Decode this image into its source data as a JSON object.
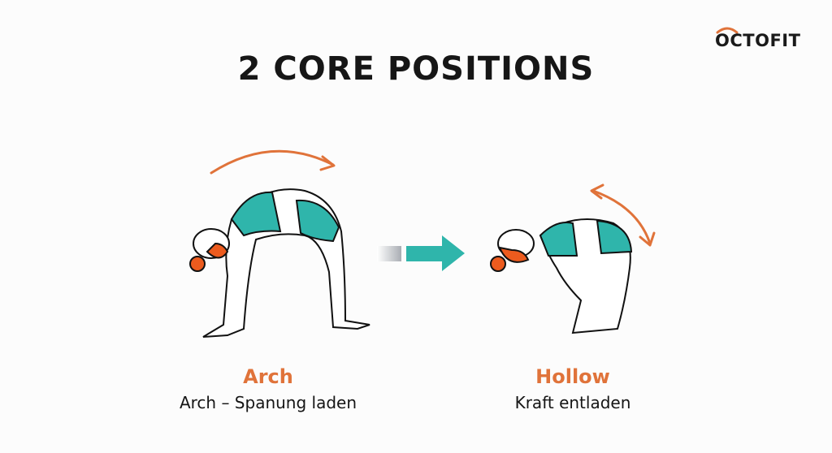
{
  "brand": {
    "name": "OCTOFIT",
    "accent": "#e0733a"
  },
  "title": "2 CORE POSITIONS",
  "colors": {
    "teal": "#2fb5ab",
    "orange": "#e0733a",
    "hair": "#ec5b1e",
    "text": "#151515"
  },
  "positions": [
    {
      "name": "Arch",
      "description": "Arch – Spanung laden",
      "motion_icon": "arc-arrow-right-icon"
    },
    {
      "name": "Hollow",
      "description": "Kraft entladen",
      "motion_icon": "double-arc-arrow-icon"
    }
  ],
  "transition": {
    "icon": "arrow-right-icon"
  }
}
